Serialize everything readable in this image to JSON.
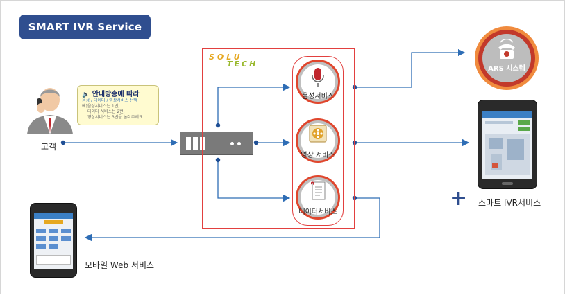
{
  "title": "SMART IVR Service",
  "customer": {
    "label": "고객"
  },
  "bubble": {
    "heading": "안내방송에 따라",
    "lines": [
      "음성 / 데이터 / 영상서비스 선택",
      "예)음성서비스는 1번,",
      "데이터 서비스는 2번,",
      "영상서비스는 3번을 눌러주세요"
    ]
  },
  "logo": {
    "line1": "SOLU",
    "line2": "TECH"
  },
  "services": {
    "voice": "음성서비스",
    "video": "영상 서비스",
    "data": "데이터서비스"
  },
  "ars": {
    "label": "ARS 시스템"
  },
  "smart_ivr": {
    "label": "스마트 IVR서비스"
  },
  "mobile_web": {
    "label": "모바일 Web 서비스"
  },
  "colors": {
    "title_bg": "#2f4e8f",
    "line": "#2e6db5",
    "frame": "#e2403f",
    "ring": "#e0462d"
  },
  "icons": [
    "person-icon",
    "speaker-icon",
    "microphone-icon",
    "film-reel-icon",
    "document-icon",
    "telephone-icon",
    "switch-icon"
  ]
}
